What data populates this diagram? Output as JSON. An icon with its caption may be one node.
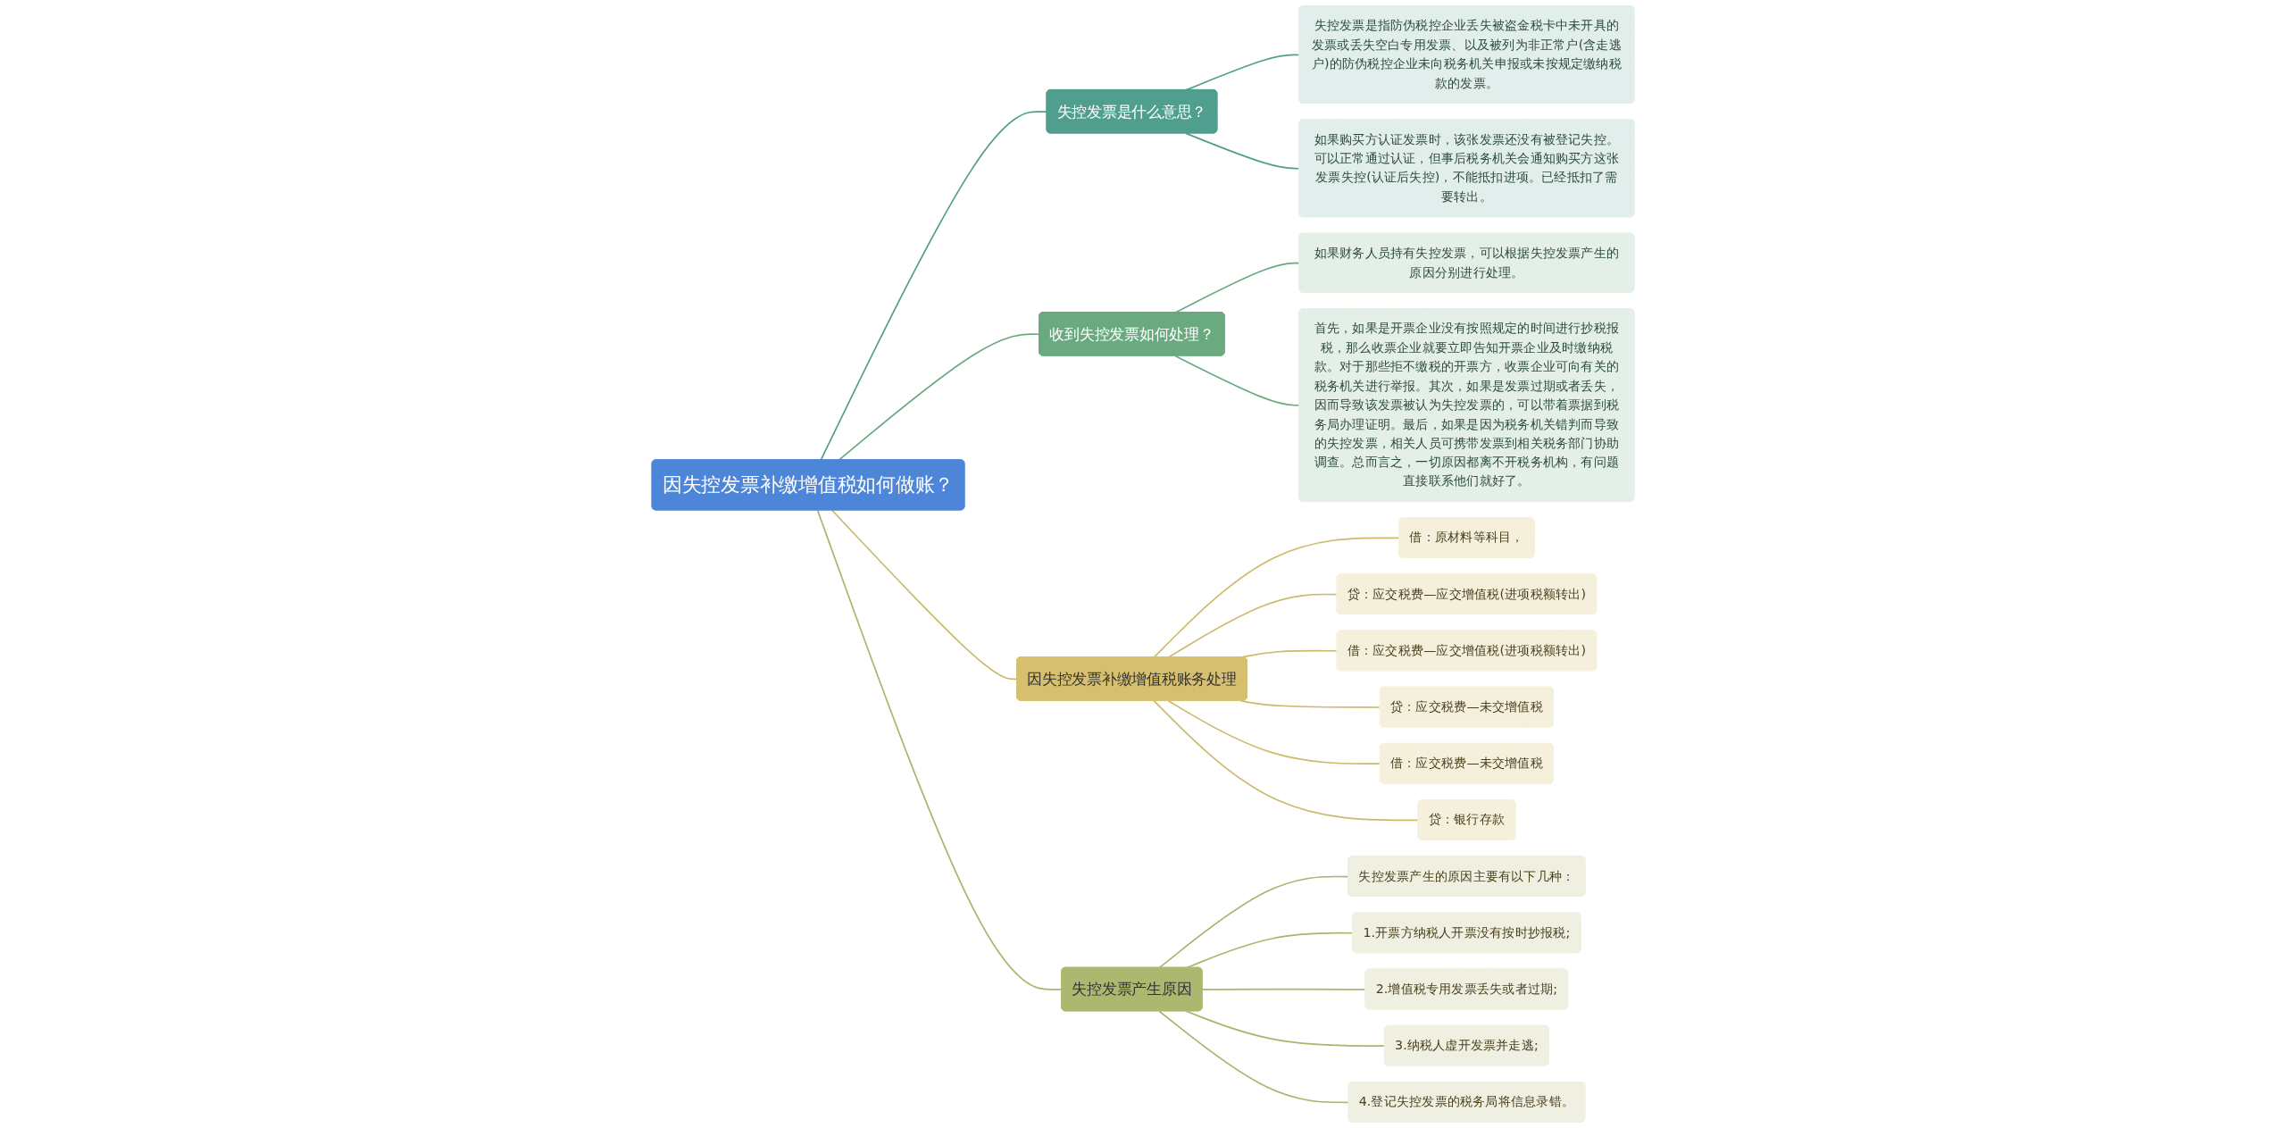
{
  "diagram": {
    "nodes": [
      {
        "text": [
          "因失控发票补缴增值税如何做账？"
        ]
      },
      {
        "text": [
          "失控发票是什么意思？"
        ]
      },
      {
        "text": [
          "失控发票是指防伪税控企业丢失被盗金税卡中未开具的发票或丢失空白专用发票、以及被列为非正常户(含走逃户)的防伪税控企业未向税务机关申报或未按规定缴纳税款的发票。"
        ]
      },
      {
        "text": [
          "如果购买方认证发票时，该张发票还没有被登记失控。可以正常通过认证，但事后税务机关会通知购买方这张发票失控(认证后失控)，不能抵扣进项。已经抵扣了需要转出。"
        ]
      },
      {
        "text": [
          "收到失控发票如何处理？"
        ]
      },
      {
        "text": [
          "如果财务人员持有失控发票，可以根据失控发票产生的原因分别进行处理。"
        ]
      },
      {
        "text": [
          "首先，如果是开票企业没有按照规定的时间进行抄税报税，那么收票企业就要立即告知开票企业及时缴纳税款。对于那些拒不缴税的开票方，收票企业可向有关的税务机关进行举报。其次，如果是发票过期或者丢失，因而导致该发票被认为失控发票的，可以带着票据到税务局办理证明。最后，如果是因为税务机关错判而导致的失控发票，相关人员可携带发票到相关税务部门协助调查。总而言之，一切原因都离不开税务机构，有问题直接联系他们就好了。"
        ]
      },
      {
        "text": [
          "因失控发票补缴增值税账务处理"
        ]
      },
      {
        "text": [
          "借：原材料等科目，"
        ]
      },
      {
        "text": [
          "贷：应交税费—应交增值税(进项税额转出)"
        ]
      },
      {
        "text": [
          "借：应交税费—应交增值税(进项税额转出)"
        ]
      },
      {
        "text": [
          "贷：应交税费—未交增值税"
        ]
      },
      {
        "text": [
          "借：应交税费—未交增值税"
        ]
      },
      {
        "text": [
          "贷：银行存款"
        ]
      },
      {
        "text": [
          "失控发票产生原因"
        ]
      },
      {
        "text": [
          "失控发票产生的原因主要有以下几种："
        ]
      },
      {
        "text": [
          "1.开票方纳税人开票没有按时抄报税;"
        ]
      },
      {
        "text": [
          "2.增值税专用发票丢失或者过期;"
        ]
      },
      {
        "text": [
          "3.纳税人虚开发票并走逃;"
        ]
      },
      {
        "text": [
          "4.登记失控发票的税务局将信息录错。"
        ]
      }
    ],
    "edges": [
      {
        "from": 0,
        "to": 1,
        "arrow": "none",
        "color": "#4f9e8e"
      },
      {
        "from": 1,
        "to": 2,
        "arrow": "none",
        "color": "#4f9e8e"
      },
      {
        "from": 1,
        "to": 3,
        "arrow": "none",
        "color": "#4f9e8e"
      },
      {
        "from": 0,
        "to": 4,
        "arrow": "none",
        "color": "#6aaa80"
      },
      {
        "from": 4,
        "to": 5,
        "arrow": "none",
        "color": "#6aaa80"
      },
      {
        "from": 4,
        "to": 6,
        "arrow": "none",
        "color": "#6aaa80"
      },
      {
        "from": 0,
        "to": 7,
        "arrow": "none",
        "color": "#cdb96b"
      },
      {
        "from": 7,
        "to": 8,
        "arrow": "none",
        "color": "#cdb96b"
      },
      {
        "from": 7,
        "to": 9,
        "arrow": "none",
        "color": "#cdb96b"
      },
      {
        "from": 7,
        "to": 10,
        "arrow": "none",
        "color": "#cdb96b"
      },
      {
        "from": 7,
        "to": 11,
        "arrow": "none",
        "color": "#cdb96b"
      },
      {
        "from": 7,
        "to": 12,
        "arrow": "none",
        "color": "#cdb96b"
      },
      {
        "from": 7,
        "to": 13,
        "arrow": "none",
        "color": "#cdb96b"
      },
      {
        "from": 0,
        "to": 14,
        "arrow": "none",
        "color": "#a8b56d"
      },
      {
        "from": 14,
        "to": 15,
        "arrow": "none",
        "color": "#a8b56d"
      },
      {
        "from": 14,
        "to": 16,
        "arrow": "none",
        "color": "#a8b56d"
      },
      {
        "from": 14,
        "to": 17,
        "arrow": "none",
        "color": "#a8b56d"
      },
      {
        "from": 14,
        "to": 18,
        "arrow": "none",
        "color": "#a8b56d"
      },
      {
        "from": 14,
        "to": 19,
        "arrow": "none",
        "color": "#a8b56d"
      }
    ]
  }
}
